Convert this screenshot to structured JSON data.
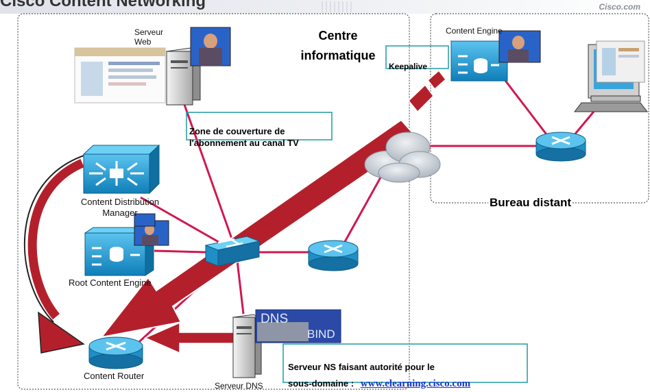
{
  "header": {
    "brand": "Cisco.com",
    "title_fragment": "Cisco Content Networking"
  },
  "zones": {
    "datacenter_title_1": "Centre",
    "datacenter_title_2": "informatique",
    "remote_title": "Bureau distant"
  },
  "labels": {
    "web_server_1": "Serveur",
    "web_server_2": "Web",
    "content_engine_remote": "Content Engine",
    "keepalive": "Keepalive",
    "coverage_1": "Zone de couverture de",
    "coverage_2": "l'abonnement au canal TV",
    "cdm_1": "Content Distribution",
    "cdm_2": "Manager",
    "root_ce": "Root Content Engine",
    "content_router": "Content Router",
    "dns_server": "Serveur DNS",
    "dns_logo_1": "DNS",
    "dns_logo_2": "BIND",
    "ns_caption_1": "Serveur NS faisant autorité pour le",
    "ns_caption_2": "sous-domaine :",
    "ns_link": "www.elearning.cisco.com"
  },
  "colors": {
    "cisco_blue": "#1f9fd5",
    "link_red": "#d01850",
    "arrow_red": "#b3202c",
    "box_border": "#1e9aa6",
    "link_blue": "#1a33cc"
  }
}
